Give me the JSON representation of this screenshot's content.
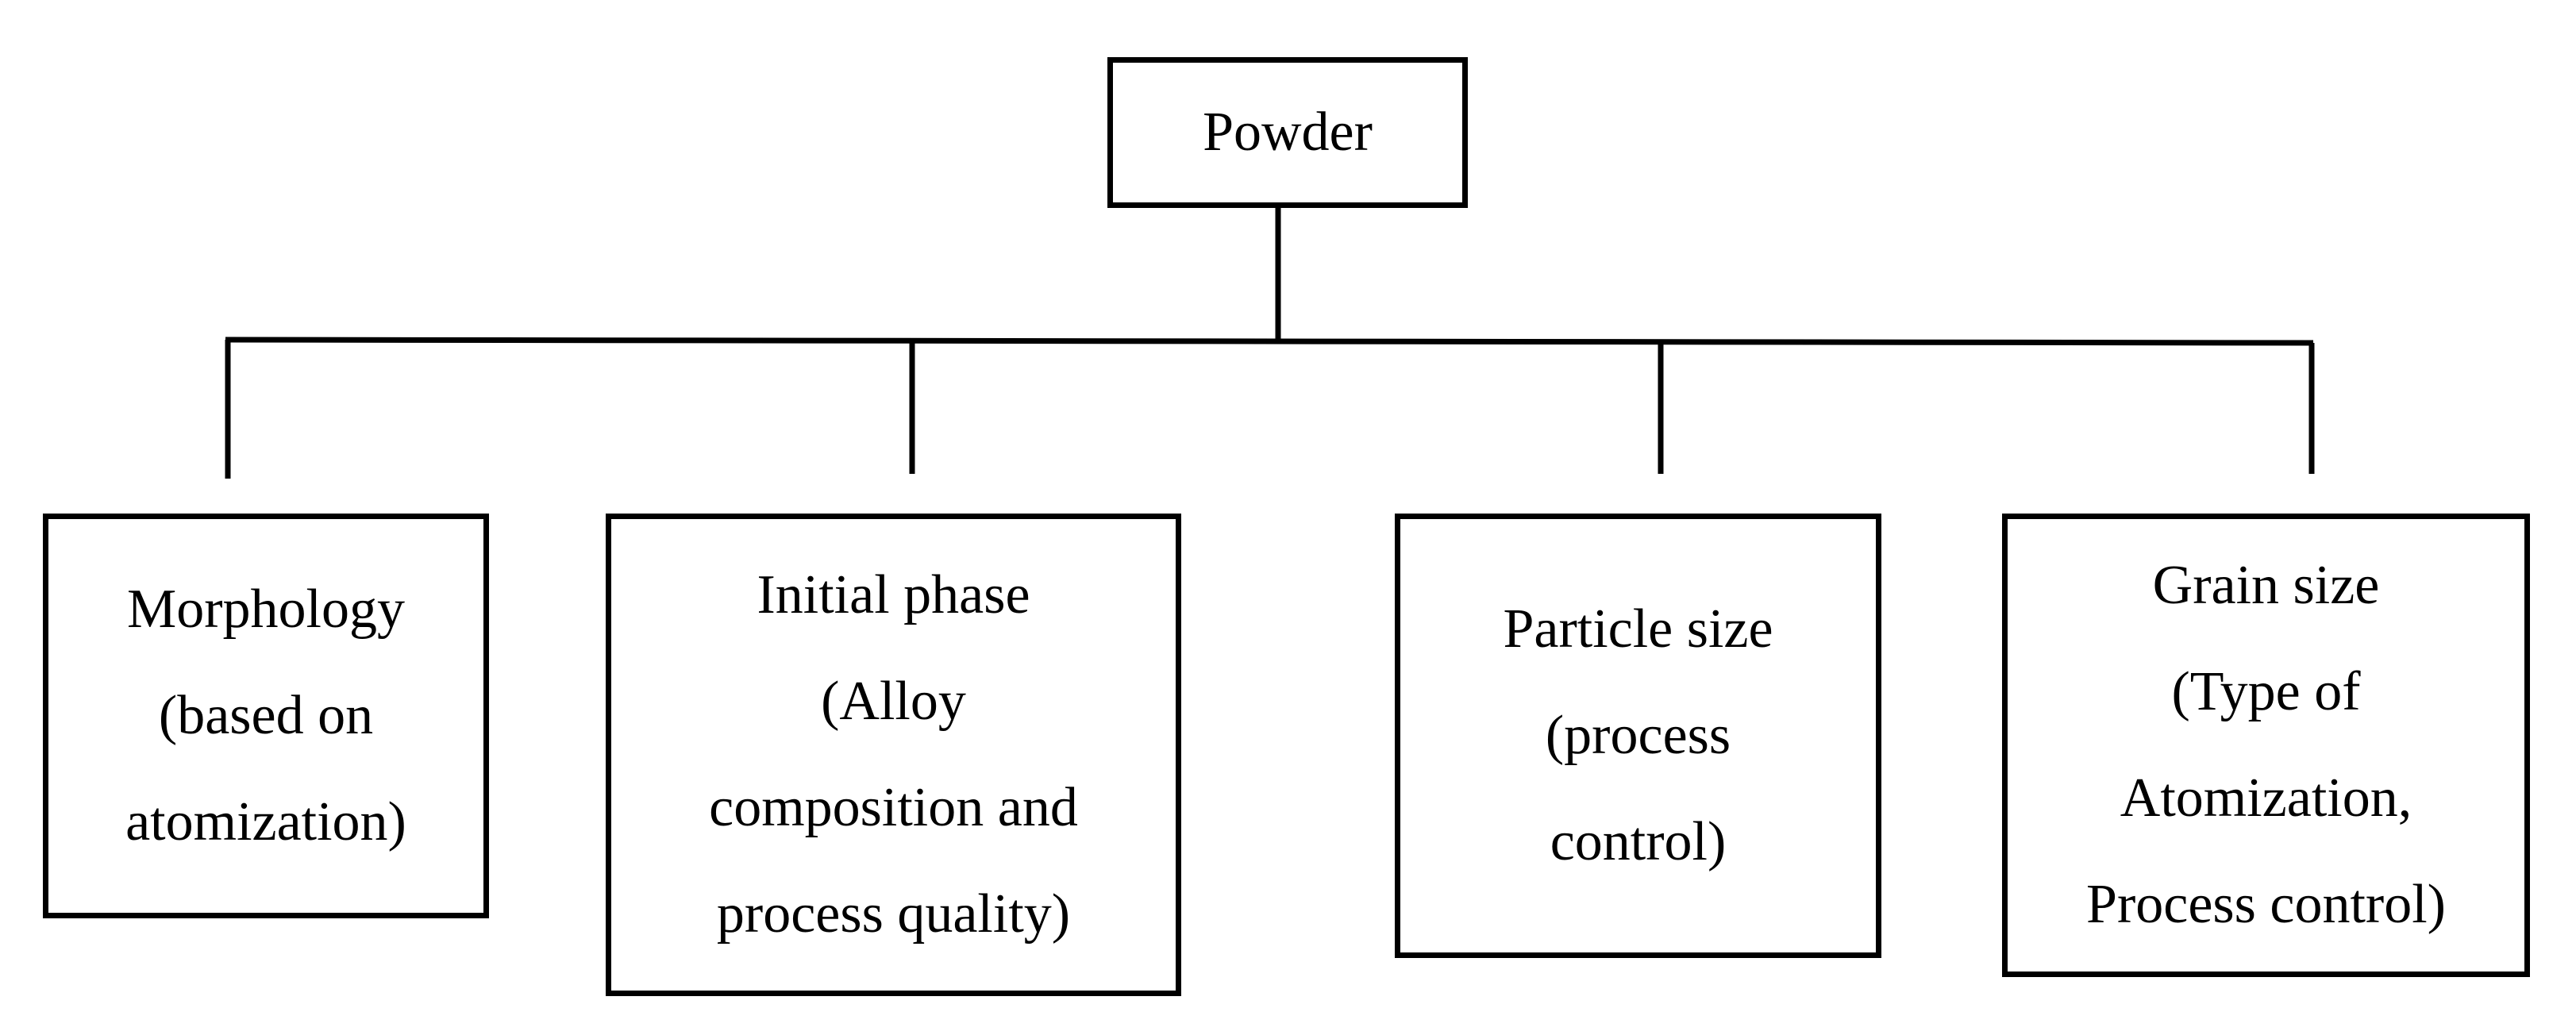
{
  "diagram": {
    "type": "tree",
    "root": {
      "label": "Powder"
    },
    "children": [
      {
        "lines": [
          "Morphology",
          "(based on",
          "atomization)"
        ]
      },
      {
        "lines": [
          "Initial phase",
          "(Alloy",
          "composition and",
          "process quality)"
        ]
      },
      {
        "lines": [
          "Particle size",
          "(process",
          "control)"
        ]
      },
      {
        "lines": [
          "Grain size",
          "(Type of",
          "Atomization,",
          "Process control)"
        ]
      }
    ]
  },
  "colors": {
    "line": "#000000",
    "background": "#ffffff"
  }
}
